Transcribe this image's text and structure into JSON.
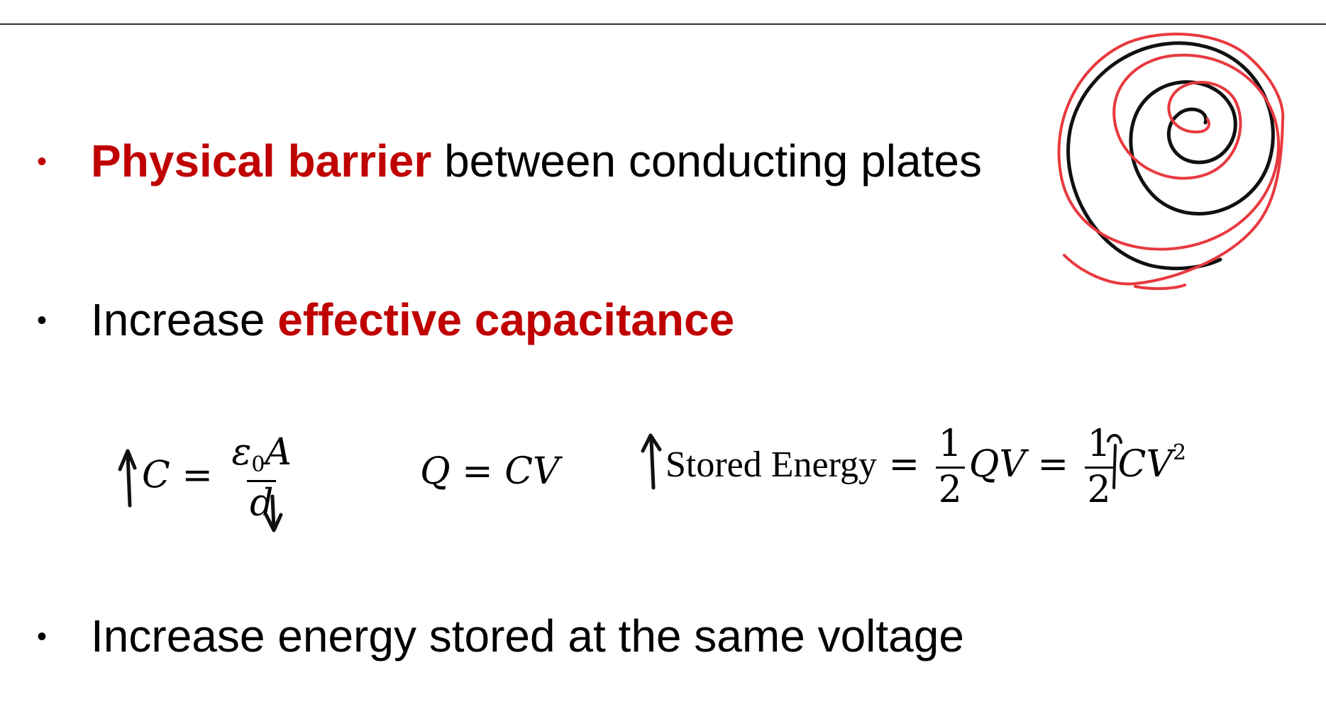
{
  "bullets": [
    {
      "emph": "Physical barrier",
      "rest": " between conducting plates"
    },
    {
      "plain": "Increase ",
      "emph": "effective capacitance"
    },
    {
      "plain": "Increase energy stored at the same voltage"
    }
  ],
  "equations": {
    "capacitance": {
      "lhs": "C",
      "eq": "=",
      "numerator_eps": "ε",
      "numerator_sub": "0",
      "numerator_a": "A",
      "denominator": "d"
    },
    "charge": {
      "text": "Q = CV"
    },
    "energy": {
      "label": "Stored Energy",
      "eq1": "=",
      "frac1_num": "1",
      "frac1_den": "2",
      "term1": "QV",
      "eq2": "=",
      "frac2_num": "1",
      "frac2_den": "2",
      "term2": "CV",
      "term2_sup": "2"
    }
  },
  "colors": {
    "accent_red": "#c00000",
    "ink_red": "#e8393e",
    "ink_black": "#111111",
    "rule": "#3a3228"
  }
}
